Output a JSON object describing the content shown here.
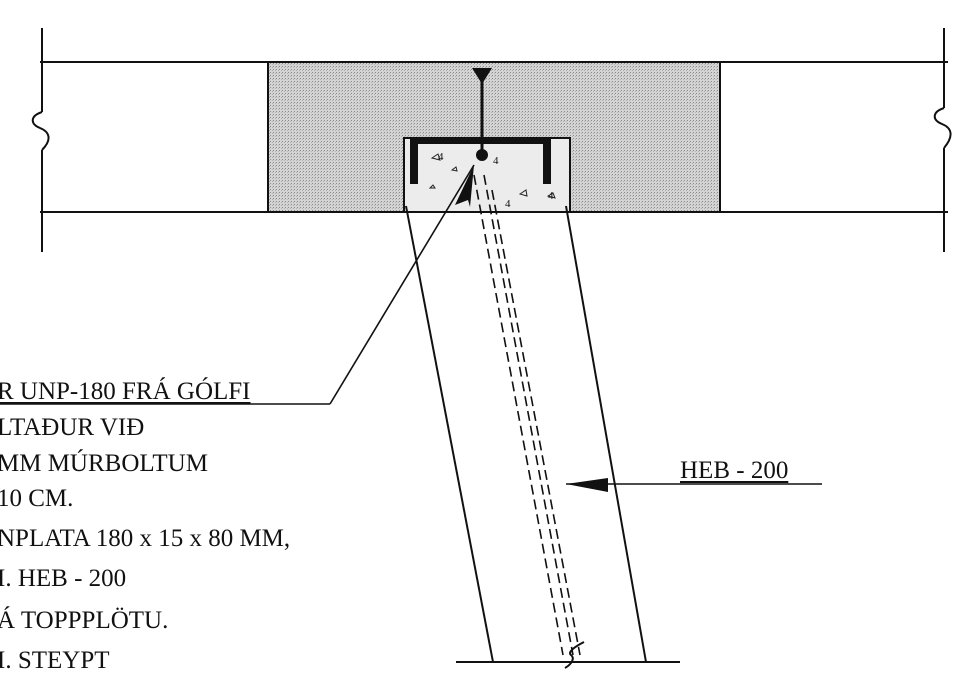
{
  "notes": {
    "line1": "R UNP-180 FRÁ GÓLFI",
    "line2": "LTAÐUR VIÐ",
    "line3": "MM MÚRBOLTUM",
    "line4": "10 CM.",
    "line5": "NPLATA 180 x 15 x 80 MM,",
    "line6": "I. HEB - 200",
    "line7": "Á TOPPPLÖTU.",
    "line8": "I. STEYPT"
  },
  "column_label": "HEB - 200",
  "weld_symbol_labels": [
    "4",
    "4",
    "4",
    "4"
  ]
}
